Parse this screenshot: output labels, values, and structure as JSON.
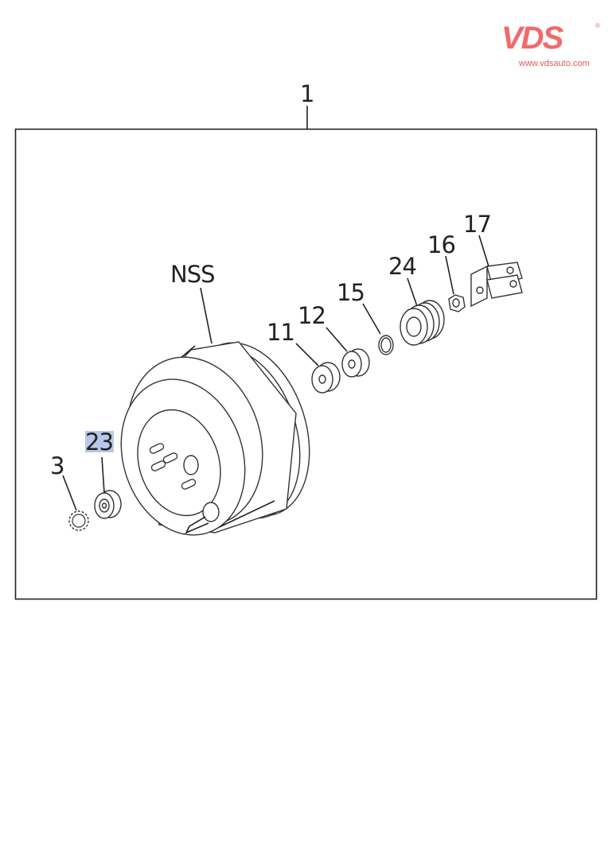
{
  "logo": {
    "mark": "VDS",
    "registered": "®",
    "url": "www.vdsauto.com",
    "color": "#f26a6a"
  },
  "diagram": {
    "assembly_label": "1",
    "highlight_color": "#b8c8e8",
    "callouts": {
      "nss": "NSS",
      "p3": "3",
      "p23": "23",
      "p11": "11",
      "p12": "12",
      "p15": "15",
      "p24": "24",
      "p16": "16",
      "p17": "17"
    },
    "highlighted": "23"
  }
}
